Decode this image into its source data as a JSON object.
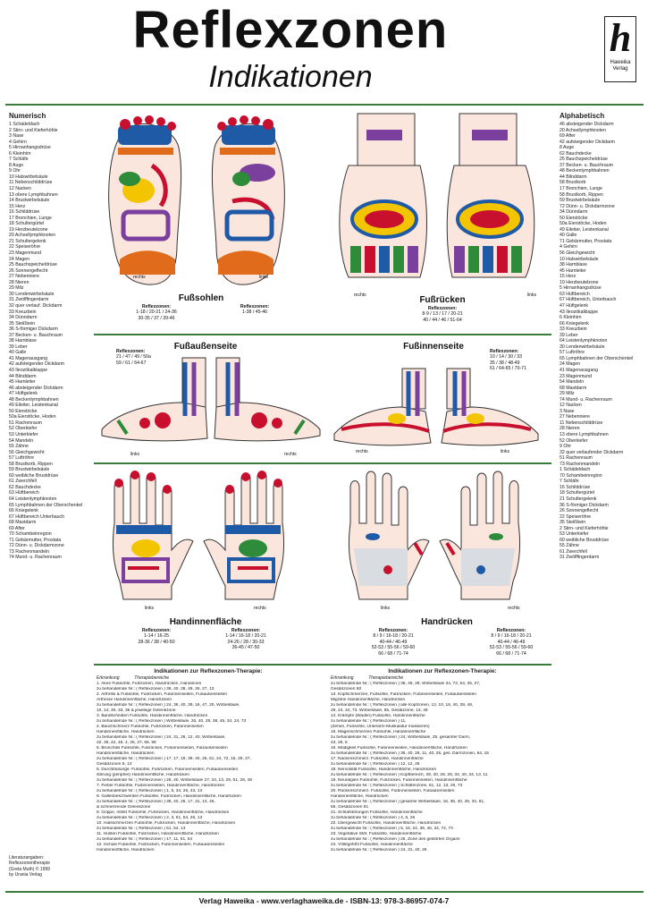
{
  "header": {
    "title": "Reflexzonen",
    "subtitle": "Indikationen",
    "logo_letter": "h",
    "logo_text": [
      "Haweika",
      "Verlag"
    ]
  },
  "left_list": {
    "heading": "Numerisch",
    "items": [
      "1 Schädeldach",
      "2 Stirn- und Kieferhöhle",
      "3 Nase",
      "4 Gehirn",
      "5 Hirnanhangsdrüse",
      "6 Kleinhirn",
      "7 Schläfe",
      "8 Auge",
      "9 Ohr",
      "10 Halswirbelsäule",
      "11 Nebenschilddrüse",
      "12 Nacken",
      "13 obere Lymphbahnen",
      "14 Brustwirbelsäule",
      "15 Herz",
      "16 Schilddrüse",
      "17 Bronchien, Lunge",
      "18 Schultergürtel",
      "19 Herzbeutelzone",
      "20 Achsellymphknoten",
      "21 Schultergelenk",
      "22 Speiseröhre",
      "23 Magenmund",
      "24 Magen",
      "25 Bauchspeicheldrüse",
      "26 Sonnengeflecht",
      "27 Nebenniere",
      "28 Nieren",
      "29 Milz",
      "30 Lendenwirbelsäule",
      "31 Zwölffingerdarm",
      "32 quer verlauf. Dickdarm",
      "33 Kreuzbein",
      "34 Dünndarm",
      "35 Steißbein",
      "36 S-förmiger Dickdarm",
      "37 Becken- u. Bauchraum",
      "38 Harnblase",
      "39 Leber",
      "40 Galle",
      "41 Magenausgang",
      "42 aufsteigender Dickdarm",
      "43 Ileozökalklappe",
      "44 Blinddarm",
      "45 Harnleiter",
      "46 absteigender Dickdarm",
      "47 Hüftgelenk",
      "48 Beckenlymphbahnen",
      "49 Eileiter, Leistenkanal",
      "50 Eierstöcke",
      "50a Eierstöcke, Hoden",
      "51 Rachenraum",
      "52 Oberkiefer",
      "53 Unterkiefer",
      "54 Mandeln",
      "55 Zähne",
      "56 Gleichgewicht",
      "57 Luftröhre",
      "58 Brustkorb, Rippen",
      "59 Brustwirbelsäule",
      "60 weibliche Brustdrüse",
      "61 Zwerchfell",
      "62 Bauchdecke",
      "63 Hüftbereich",
      "64 Leistenlymphknoten",
      "65 Lymphbahnen der Oberschenkel",
      "66 Kniegelenk",
      "67 Hüftbereich Unterbauch",
      "68 Mastdarm",
      "69 After",
      "70 Schambeinregion",
      "71 Gebärmutter, Prostata",
      "72 Dünn- u. Dickdarmzone",
      "73 Rachenmandeln",
      "74 Mund- u. Rachenraum"
    ]
  },
  "right_list": {
    "heading": "Alphabetisch",
    "items": [
      "46 absteigender Dickdarm",
      "20 Achsellymphknoten",
      "69 After",
      "42 aufsteigender Dickdarm",
      "8 Auge",
      "62 Bauchdecke",
      "25 Bauchspeicheldrüse",
      "37 Becken- u. Bauchraum",
      "48 Beckenlymphbahnen",
      "44 Blinddarm",
      "58 Brustkorb",
      "17 Bronchien, Lunge",
      "58 Brustkorb, Rippen",
      "59 Brustwirbelsäule",
      "72 Dünn- u. Dickdarmzone",
      "34 Dünndarm",
      "50 Eierstöcke",
      "50a Eierstöcke, Hoden",
      "49 Eileiter, Leistenkanal",
      "40 Galle",
      "71 Gebärmutter, Prostata",
      "4 Gehirn",
      "56 Gleichgewicht",
      "10 Halswirbelsäule",
      "38 Harnblase",
      "45 Harnleiter",
      "15 Herz",
      "19 Herzbeutelzone",
      "5 Hirnanhangsdrüse",
      "63 Hüftbereich",
      "67 Hüftbereich, Unterbauch",
      "47 Hüftgelenk",
      "43 Ileozökalklappe",
      "6 Kleinhirn",
      "66 Kniegelenk",
      "33 Kreuzbein",
      "39 Leber",
      "64 Leistenlymphknoten",
      "30 Lendenwirbelsäule",
      "57 Luftröhre",
      "65 Lymphbahnen der Oberschenkel",
      "24 Magen",
      "41 Magenausgang",
      "23 Magenmund",
      "54 Mandeln",
      "68 Mastdarm",
      "29 Milz",
      "74 Mund- u. Rachenraum",
      "12 Nacken",
      "3 Nase",
      "27 Nebenniere",
      "11 Nebenschilddrüse",
      "28 Nieren",
      "13 obere Lymphbahnen",
      "52 Oberkiefer",
      "9 Ohr",
      "32 quer verlaufender Dickdarm",
      "51 Rachenraum",
      "73 Rachenmandeln",
      "1 Schädeldach",
      "70 Schambeinregion",
      "7 Schläfe",
      "16 Schilddrüse",
      "18 Schultergürtel",
      "21 Schultergelenk",
      "36 S-förmiger Dickdarm",
      "26 Sonnengeflecht",
      "22 Speiseröhre",
      "35 Steißbein",
      "2 Stirn- und Kieferhöhle",
      "53 Unterkiefer",
      "60 weibliche Brustdrüse",
      "55 Zähne",
      "61 Zwerchfell",
      "31 Zwölffingerdarm"
    ]
  },
  "sections": {
    "fusssohlen": {
      "title": "Fußsohlen",
      "caption_label": "Reflexzonen:",
      "left_zones": "1-18 / 20-21 / 24-36",
      "left_zones2": "30-35 / 37 / 39-46",
      "right_zones": "1-38 / 45-46",
      "label_left": "rechts",
      "label_right": "links"
    },
    "fussruecken": {
      "title": "Fußrücken",
      "caption_label": "Reflexzonen:",
      "zones": "8-9 / 13 / 17 / 20-21",
      "zones2": "40 / 44 / 46 / 51-64",
      "label_left": "rechts",
      "label_right": "links"
    },
    "fussaussen": {
      "title": "Fußaußenseite",
      "caption_label": "Reflexzonen:",
      "zones": "21 / 47 / 49 / 50a",
      "zones2": "59 / 61 / 64-67",
      "label_left": "links",
      "label_right": "rechts"
    },
    "fussinnen": {
      "title": "Fußinnenseite",
      "caption_label": "Reflexzonen:",
      "zones": "10 / 14 / 30 / 33",
      "zones2": "35 / 38 / 48-49",
      "zones3": "61 / 64-65 / 70-71",
      "label_left": "rechts",
      "label_right": "links"
    },
    "handinnen": {
      "title": "Handinnenfläche",
      "caption_label": "Reflexzonen:",
      "left_zones": "1-14 / 16-25",
      "left_zones2": "28-36 / 38 / 40-50",
      "right_zones": "1-14 / 16-18 / 20-21",
      "right_zones2": "24-26 / 28 / 30-33",
      "right_zones3": "36-45 / 47-50",
      "label_left": "links",
      "label_right": "rechts"
    },
    "handruecken": {
      "title": "Handrücken",
      "caption_label": "Reflexzonen:",
      "left_zones": "8 / 9 / 16-18 / 20-21",
      "left_zones2": "40-44 / 46-49",
      "left_zones3": "52-53 / 55-56 / 59-60",
      "left_zones4": "66 / 68 / 71-74",
      "right_zones": "8 / 9 / 16-18 / 20-21",
      "right_zones2": "40-44 / 46-49",
      "right_zones3": "52-53 / 55-56 / 59-60",
      "right_zones4": "66 / 68 / 71-74",
      "label_left": "links",
      "label_right": "rechts"
    }
  },
  "indications": {
    "heading": "Indikationen zur Reflexzonen-Therapie:",
    "col_left_head": "Erkrankung",
    "col_right_head": "Therapiebereiche",
    "left_rows": [
      "1. Akne          Fußsohle, Fußrücken, Handrücken, Handinnen",
      "zu behandelnde Nr.: ( Reflexzonen ) 36, 40, 38, 49, 26, 27, 13",
      "2. Arthritis &     Fußsohle, Fußrücken, Fußinnenseiten, Fußaußenseiten",
      "   Arthrose        Handinnenfläche, Handrücken",
      "zu behandelnde Nr.: ( Reflexzonen ) 24, 36, 40, 39, 16, 47, 20, Wirbelsäule,",
      "                    10, 14, 30, 33, 35 & jeweilige Gelenkzone",
      "3. Bandscheiben    Fußsohle, Handinnenfläche, Handrücken",
      "zu behandelnde Nr.: ( Reflexzonen ) Wirbelsäule, 26, 40, 28, 38, 45, 34, 24, 73",
      "4. Bauchschmerz    Fußsohle, Fußrücken, Fußinnenseiten",
      "                   Handinnenfläche, Handrücken",
      "zu behandelnde Nr.: ( Reflexzonen ) 24, 31, 26, 12, 40, Wirbelsäule,",
      "                    32, 36, 42, 46, 4, 26, 27, 66, 96",
      "5. Bronchitis      Fußsohle, Fußrücken, Fußinnenseiten, Fußaußenseiten",
      "                   Handinnenfläche, Handrücken",
      "zu behandelnde Nr.: ( Reflexzonen ) 17, 17, 18, 39, 40, 26, 61, 24, 72, 15, 29, 27,",
      "                    Gesäßzonen 8, 13",
      "6. Durchblutungs-  Fußsohle, Fußrücken, Fußinnenseiten, Fußaußenseiten",
      "   störung (peripher) Handinnenfläche, Handrücken",
      "zu behandelnde Nr.: ( Reflexzonen ) 26, 40, Wirbelsäule 27, 34, 13, 29, 51, 28, 48",
      "7. Fieber          Fußsohle, Fußinnenseiten, Handinnenfläche, Handrücken",
      "zu behandelnde Nr.: ( Reflexzonen ) 1, 5, 34, 26, 43, 13",
      "8. Gallenbeschwerden Fußsohle, Fußrücken, Handinnenfläche, Handrücken",
      "zu behandelnde Nr.: ( Reflexzonen ) 38, 40, 26, 17, 31, 13, 46,",
      "                    & schmerzende Gelenkzone",
      "9. Grippe, Infekt  Fußsohle, Fußrücken, Handinnenfläche, Handrücken",
      "zu behandelnde Nr.: ( Reflexzonen ) 2, 3, 51, 54, 26, 13",
      "10. Halsschmerzen  Fußsohle, Fußrücken, Handinnenfläche, Handrücken",
      "zu behandelnde Nr.: ( Reflexzonen ) 51, 54, 13",
      "11. Husten         Fußsohle, Fußrücken, Handinnenfläche, Handrücken",
      "zu behandelnde Nr.: ( Reflexzonen ) 17, 11, 51, 54",
      "12. Ischias        Fußsohle, Fußrücken, Fußinnenseiten, Fußaußenseiten",
      "                   Handinnenfläche, Handrücken"
    ],
    "right_rows": [
      "zu behandelnde Nr.: ( Reflexzonen ) 38, 45, 28, Wirbelsäule 34, 72, 54, 35, 27,",
      "                    Gesäßzonen 60",
      "13. Kopfschmerzen, Fußsohle, Fußrücken, Fußinnenseiten, Fußaußenseiten",
      "    Migräne        Handinnenfläche, Handrücken",
      "zu behandelnde Nr.: ( Reflexzonen ) alle Kopfzonen, 12, 10, 16, 40, 38, 48,",
      "                    29, 24, 34, 73, Wirbelsäule, 65, Gesäßzone, 13, 48",
      "14. Krämpfe (Waden) Fußsohle, Handinnenfläche",
      "zu behandelnde Nr.: ( Reflexzonen ) 11,",
      "                    (Zehen, Fußsohle, Unterarm-Muskulatur massieren)",
      "15. Magenschmerzen Fußsohle, Handinnenfläche",
      "zu behandelnde Nr.: ( Reflexzonen ) 24, Wirbelsäule, 25, gesamter Darm,",
      "                    43, 26, 5",
      "16. Müdigkeit      Fußsohle, Fußinnenseiten, Handinnenfläche, Handrücken",
      "zu behandelnde Nr.: ( Reflexzonen ) 36, 40, 26, 11, 40, 26, ges. Darmzonen, 64, 15",
      "17. Nackenschmerz. Fußsohle, Handinnenfläche",
      "zu behandelnde Nr.: ( Reflexzonen ) 12, 12, 26",
      "18. Nervosität     Fußsohle, Handinnenfläche, Handrücken",
      "zu behandelnde Nr.: ( Reflexzonen ) Kopfbereich, 39, 40, 26, 28, 34, 40, 34, 13, 11",
      "19. Neuralgien     Fußsohle, Fußrücken, Fußinnenseiten, Handinnenfläche",
      "zu behandelnde Nr.: ( Reflexzonen ) Schläfenzone, 61, 12, 13, 29, 73",
      "20. Rückenschmerz. Fußsohle, Fußinnenseiten, Fußaußenseiten",
      "                   Handinnenfläche, Handrücken",
      "zu behandelnde Nr.: ( Reflexzonen ) gesamte Wirbelsäule, 16, 38, 40, 28, 33, 61,",
      "                    66, Gesäßzonen 61",
      "21. Schlafstörungen Fußsohle, Handinnenfläche",
      "zu behandelnde Nr.: ( Reflexzonen ) 4, 5, 26",
      "22. Übergewicht    Fußsohle, Handinnenfläche, Handrücken",
      "zu behandelnde Nr.: ( Reflexzonen ) 5, 16, 24, 39, 40, 34, 72, 73",
      "23. Vegetative Stör. Fußsohle, Handinnenfläche",
      "zu behandelnde Nr.: ( Reflexzonen ) 26, Zone des gestörten Organs",
      "24. Völlegefühl    Fußsohle, Handinnenfläche",
      "zu behandelnde Nr.: ( Reflexzonen ) 24, 31, 40, 26"
    ]
  },
  "credits": [
    "Literaturangaben:",
    "Reflexzonentherapie",
    "(Greta Muth) © 1999",
    "by Urania Verlag"
  ],
  "footer": "Verlag Haweika - www.verlaghaweika.de - ISBN-13: 978-3-86957-074-7",
  "colors": {
    "accent_green": "#3a7d3a",
    "zone_red": "#c8102e",
    "zone_blue": "#1f5aa6",
    "zone_yellow": "#f2c500",
    "zone_green": "#2e8b3a",
    "zone_purple": "#7b3f9e",
    "zone_orange": "#e06b1a"
  }
}
